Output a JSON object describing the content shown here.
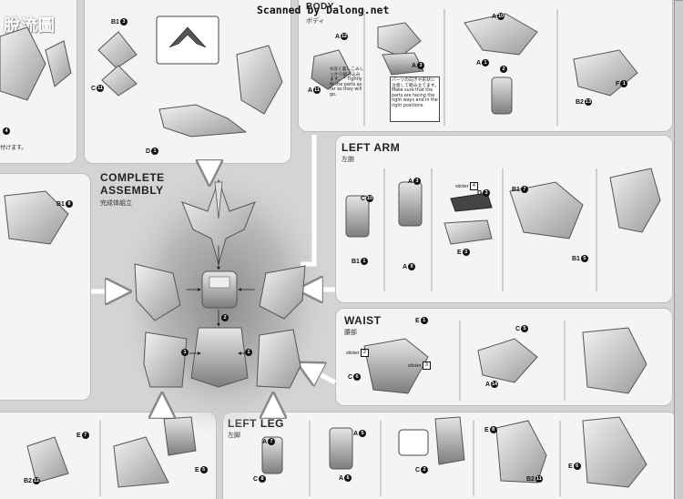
{
  "header": {
    "scan_credit": "Scanned by Dalong.net",
    "watermark": "脫流圖"
  },
  "sections": {
    "body": {
      "title": "BODY",
      "subtitle": "ボディ"
    },
    "complete": {
      "title_line1": "COMPLETE",
      "title_line2": "ASSEMBLY",
      "subtitle": "完成体組立"
    },
    "left_arm": {
      "title": "LEFT ARM",
      "subtitle": "左腕"
    },
    "waist": {
      "title": "WAIST",
      "subtitle": "腰部"
    },
    "left_leg": {
      "title": "LEFT LEG",
      "subtitle": "左脚"
    }
  },
  "notes": {
    "body_tip": "※深く差しこみしっかり組み込みます。 * Tightly fit the parts as far as they will go.",
    "body_box": "パーツの向きや形状に注意して組み立てます。 Make sure that the parts are facing the right ways and in the right positions.",
    "top_left_tip": "付けます。"
  },
  "labels": {
    "b1_3": "B1",
    "d1": "D",
    "c11": "C",
    "a12": "A",
    "a11": "A",
    "a3": "A",
    "a10": "A",
    "a1": "A",
    "a2": "2",
    "f1": "F",
    "b2_13": "B2",
    "c10": "C",
    "b1_1": "B1",
    "la_a3": "A",
    "la_a9": "A",
    "d3": "D",
    "e3": "E",
    "sticker4": "sticker",
    "b1_7": "B1",
    "b1_5": "B1",
    "e1": "E",
    "c5": "C",
    "c6": "C",
    "a14": "A",
    "sticker2": "sticker",
    "sticker3": "sticker",
    "b1_8": "B1",
    "e7": "E",
    "b2_12": "B2",
    "e5": "E",
    "a7": "A",
    "c8": "C",
    "a5": "A",
    "a6": "A",
    "c2": "C",
    "e8": "E",
    "b2_11": "B2",
    "e6": "E"
  },
  "numbers": {
    "n1": "1",
    "n2": "2",
    "n3": "3",
    "n4": "4",
    "n5": "5",
    "n6": "6",
    "n7": "7",
    "n8": "8",
    "n9": "9",
    "n10": "10",
    "n11": "11",
    "n12": "12",
    "n13": "13",
    "n14": "14"
  }
}
